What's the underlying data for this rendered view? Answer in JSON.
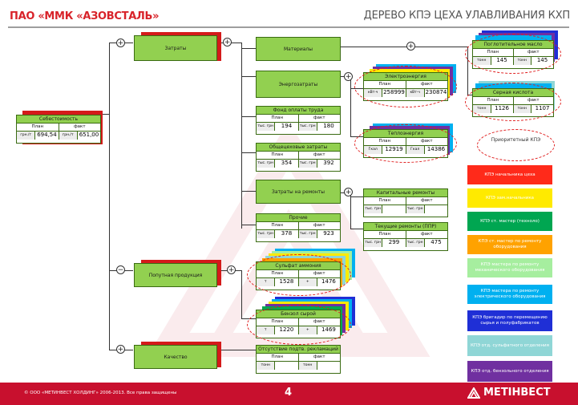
{
  "header": {
    "title_left": "ПАО «ММК «АЗОВСТАЛЬ»",
    "title_right": "ДЕРЕВО  КПЭ ЦЕХА УЛАВЛИВАНИЯ  КХП"
  },
  "columns": {
    "plan": "План",
    "fact": "факт"
  },
  "units": {
    "thousand_uah": "тыс. грн",
    "tonnes": "т",
    "tonnes_short": "тонн"
  },
  "nodes": {
    "cost": {
      "title": "Себестоимость",
      "plan_unit": "грн./т",
      "plan": "694,54",
      "fact_unit": "грн./т",
      "fact": "651,00"
    },
    "expenses": {
      "title": "Затраты"
    },
    "byproducts": {
      "title": "Попутная продукция"
    },
    "quality": {
      "title": "Качество"
    },
    "materials": {
      "title": "Материалы"
    },
    "energy": {
      "title": "Энергозатраты"
    },
    "payroll": {
      "title": "Фонд оплаты труда",
      "plan": "194",
      "fact": "180"
    },
    "general": {
      "title": "Общецеховые затраты",
      "plan": "354",
      "fact": "392"
    },
    "repairs": {
      "title": "Затраты на ремонты"
    },
    "other": {
      "title": "Прочие",
      "plan": "378",
      "fact": "923"
    },
    "ammonium": {
      "title": "Сульфат аммония",
      "plan": "1528",
      "fact": "1476",
      "sign": "+"
    },
    "benzene": {
      "title": "Бензол сырой",
      "plan": "1220",
      "fact": "1469",
      "sign": "+"
    },
    "quality_child": {
      "title": "Отсутствие подтв. рекламаций"
    },
    "electricity": {
      "title": "Электроэнергия",
      "plan": "258999",
      "fact": "230874"
    },
    "heat": {
      "title": "Теплоэнергия",
      "plan": "12919",
      "fact": "14386"
    },
    "cap_repair": {
      "title": "Капитальные ремонты"
    },
    "cur_repair": {
      "title": "Текущие ремонты (ППР)",
      "plan": "299",
      "fact": "475"
    },
    "absorb_oil": {
      "title": "Поглотительное масло",
      "plan": "145",
      "fact": "145"
    },
    "sulfuric": {
      "title": "Серная кислота",
      "plan": "1126",
      "fact": "1107"
    }
  },
  "priority_label": "Приоритетный КПЭ",
  "legend": [
    {
      "label": "КПЭ начальника  цеха",
      "color": "#ff2a1a",
      "text": "#ffffff"
    },
    {
      "label": "КПЭ зам.начальника",
      "color": "#ffea00",
      "text": "#ffffff"
    },
    {
      "label": "КПЭ ст. мастер (техноло)",
      "color": "#00a651",
      "text": "#ffffff"
    },
    {
      "label": "КПЭ ст. мастер по ремонту оборудования",
      "color": "#ffa200",
      "text": "#ffffff"
    },
    {
      "label": "КПЭ мастера по ремонту механического оборудования",
      "color": "#a6ee9f",
      "text": "#ffffff"
    },
    {
      "label": "КПЭ мастера по ремонту электрического оборудования",
      "color": "#00b0f0",
      "text": "#ffffff"
    },
    {
      "label": "КПЭ бригадир по перемещению сырья и полуфабрикатов",
      "color": "#1f2fd6",
      "text": "#ffffff"
    },
    {
      "label": "КПЭ отд. сульфатного отделения",
      "color": "#8fd6d6",
      "text": "#ffffff"
    },
    {
      "label": "КПЭ отд. бензольного отделения",
      "color": "#7030a0",
      "text": "#ffffff"
    }
  ],
  "footer": {
    "copyright": "© ООО «МЕТИНВЕСТ ХОЛДИНГ» 2006-2013. Все права защищены",
    "page_number": "4",
    "logo_text": "МЕТІНВЕСТ"
  },
  "colors": {
    "node_green": "#92d050",
    "brand_red": "#c8102e",
    "oval_red": "#e02020"
  }
}
